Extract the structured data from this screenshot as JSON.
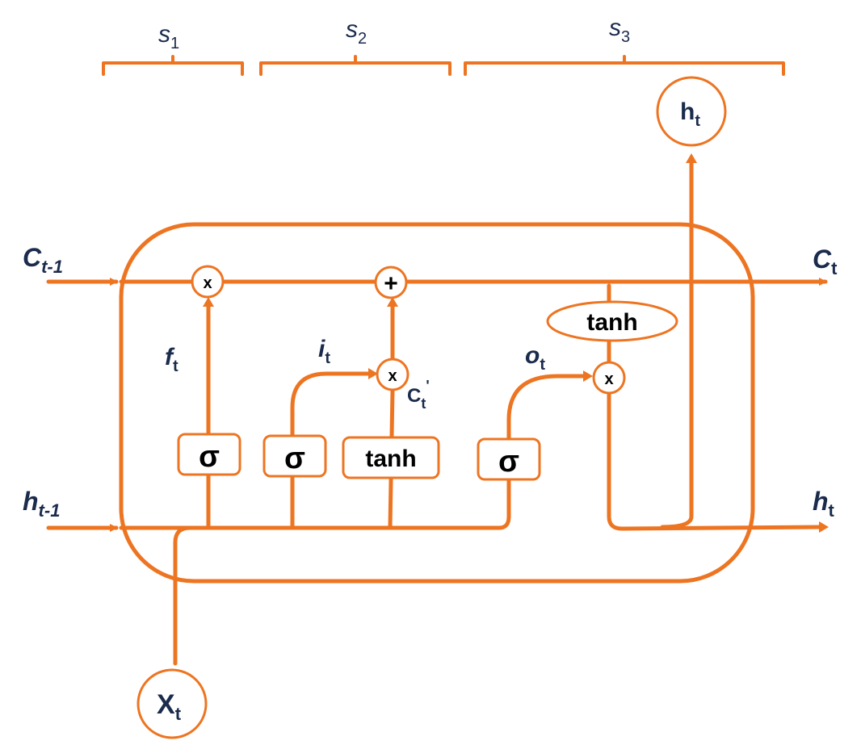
{
  "segments": [
    {
      "label": "s",
      "sub": "1"
    },
    {
      "label": "s",
      "sub": "2"
    },
    {
      "label": "s",
      "sub": "3"
    }
  ],
  "inputs": {
    "c_prev": {
      "label": "C",
      "sub": "t-1"
    },
    "h_prev": {
      "label": "h",
      "sub": "t-1"
    },
    "x": {
      "label": "X",
      "sub": "t"
    }
  },
  "outputs": {
    "c": {
      "label": "C",
      "sub": "t"
    },
    "h": {
      "label": "h",
      "sub": "t"
    },
    "h_top": {
      "label": "h",
      "sub": "t"
    }
  },
  "gates": {
    "forget_sigma": "σ",
    "input_sigma": "σ",
    "cand_tanh": "tanh",
    "output_sigma": "σ",
    "cell_tanh": "tanh"
  },
  "ops": {
    "mul_forget": "x",
    "add_cell": "+",
    "mul_input": "x",
    "mul_output": "x"
  },
  "signals": {
    "f": {
      "label": "f",
      "sub": "t"
    },
    "i": {
      "label": "i",
      "sub": "t"
    },
    "o": {
      "label": "o",
      "sub": "t"
    },
    "c_cand": {
      "label": "C",
      "sub": "t",
      "sup": "'"
    }
  },
  "colors": {
    "accent": "#ed7522",
    "text": "#1a2b4c"
  }
}
